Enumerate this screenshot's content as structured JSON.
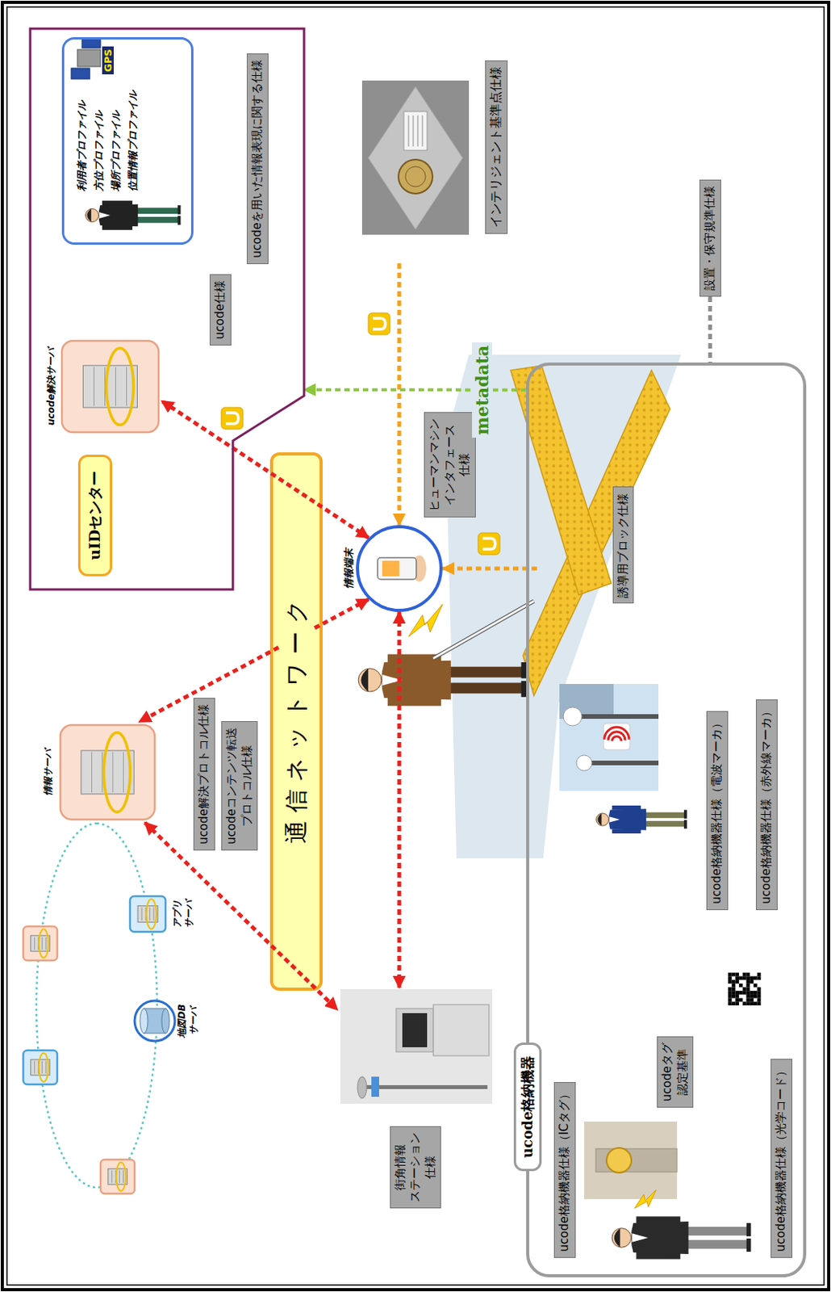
{
  "diagram": {
    "nodes": [
      {
        "text": [
          "uIDセンター"
        ]
      },
      {
        "text": [
          "ucode解決サーバ"
        ],
        "in": 0
      },
      {
        "text": [
          "利用者プロファイル",
          "方位プロファイル",
          "場所プロファイル",
          "位置情報プロファイル"
        ],
        "in": 0
      },
      {
        "text": [
          "ucode仕様"
        ],
        "in": 0
      },
      {
        "text": [
          "ucodeを用いた情報表現に関する仕様"
        ],
        "in": 0
      },
      {
        "text": [
          "情報サーバ"
        ]
      },
      {
        "text": [
          "地図DB サーバ"
        ]
      },
      {
        "text": [
          "アプリ サーバ"
        ]
      },
      {
        "text": [
          "通信ネットワーク"
        ]
      },
      {
        "text": [
          "情報端末"
        ]
      },
      {
        "text": [
          "ヒューマンマシン インタフェース 仕様"
        ]
      },
      {
        "text": [
          "ucode解決プロトコル仕様"
        ]
      },
      {
        "text": [
          "ucodeコンテンツ転送 プロトコル仕様"
        ]
      },
      {
        "text": [
          "街角情報 ステーション 仕様"
        ]
      },
      {
        "text": [
          "インテリジェント基準点仕様"
        ]
      },
      {
        "text": [
          "設置・保守規準仕様"
        ]
      },
      {
        "text": [
          "ucode格納機器"
        ]
      },
      {
        "text": [
          "誘導用ブロック仕様"
        ],
        "in": 16
      },
      {
        "text": [
          "ucode格納機器仕様（電波マーカ）"
        ],
        "in": 16
      },
      {
        "text": [
          "ucode格納機器仕様（赤外線マーカ）"
        ],
        "in": 16
      },
      {
        "text": [
          "ucodeタグ 認定基準"
        ],
        "in": 16
      },
      {
        "text": [
          "ucode格納機器仕様（ICタグ）"
        ],
        "in": 16
      },
      {
        "text": [
          "ucode格納機器仕様（光学コード）"
        ],
        "in": 16
      }
    ],
    "edges": [
      {
        "from": 9,
        "to": 1,
        "arrow": "both"
      },
      {
        "from": 9,
        "to": 5,
        "arrow": "both"
      },
      {
        "from": 5,
        "to": 13,
        "arrow": "both"
      },
      {
        "from": 9,
        "to": 13,
        "arrow": "both"
      },
      {
        "from": 14,
        "to": 9,
        "arrow": "to"
      },
      {
        "from": 17,
        "to": 9,
        "arrow": "to"
      },
      {
        "from": 16,
        "to": 0,
        "label": "metadata",
        "arrow": "to"
      },
      {
        "from": 15,
        "to": 16,
        "arrow": "none"
      }
    ],
    "labels": [
      "GPS"
    ]
  }
}
